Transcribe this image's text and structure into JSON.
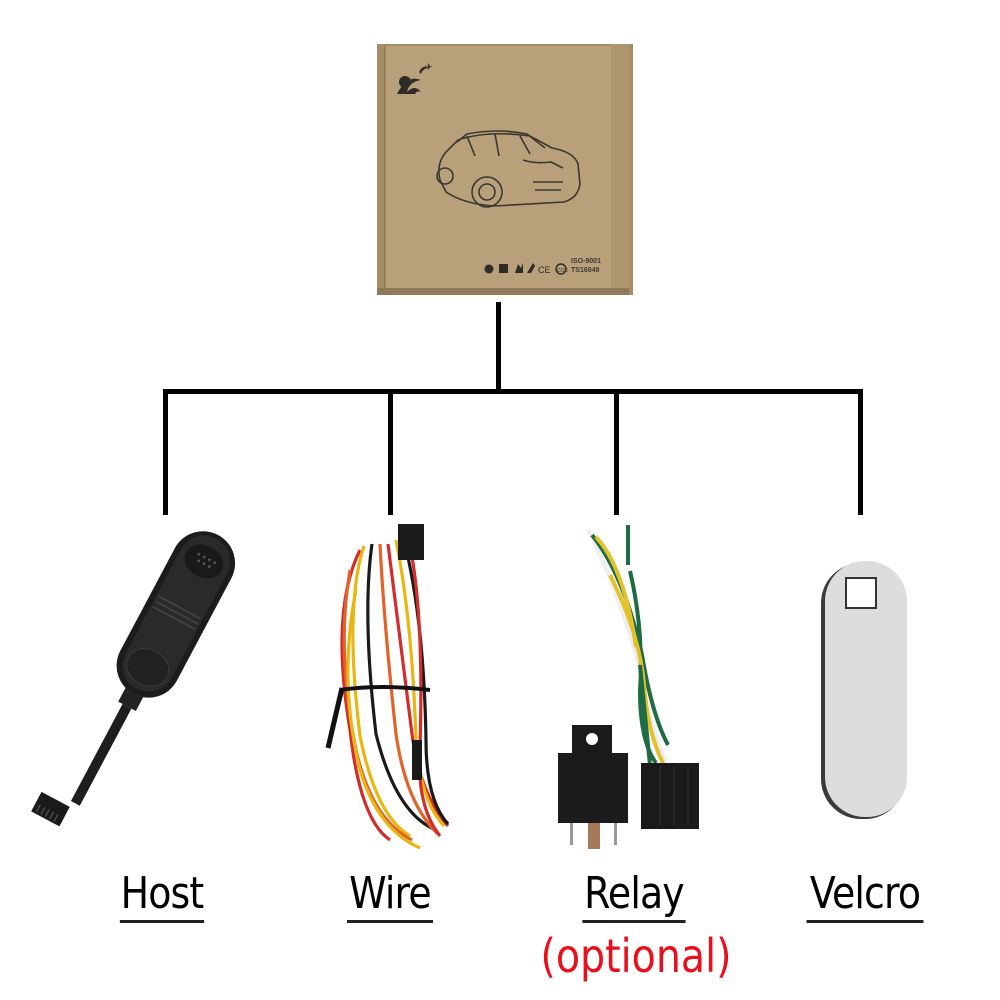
{
  "diagram": {
    "title": "Package contents",
    "root": {
      "name": "Box",
      "print": {
        "cert_line_1": "ISO-9001",
        "cert_line_2": "TS16949",
        "ce_mark": "CE",
        "ccc_mark": "CCC"
      }
    },
    "items": [
      {
        "label": "Host",
        "note": ""
      },
      {
        "label": "Wire",
        "note": ""
      },
      {
        "label": "Relay",
        "note": "(optional)"
      },
      {
        "label": "Velcro",
        "note": ""
      }
    ],
    "colors": {
      "connector": "#000000",
      "label": "#000000",
      "note": "#e8101c",
      "box": "#b59d76",
      "box_shadow": "#9c8561",
      "wire_red": "#d42b2b",
      "wire_yellow": "#e8b711",
      "wire_orange": "#e2632a",
      "wire_black": "#1a1a1a",
      "relay_wire_green": "#1e6b45",
      "relay_wire_yellow": "#e2c12a",
      "velcro": "#dcdcdc"
    }
  }
}
